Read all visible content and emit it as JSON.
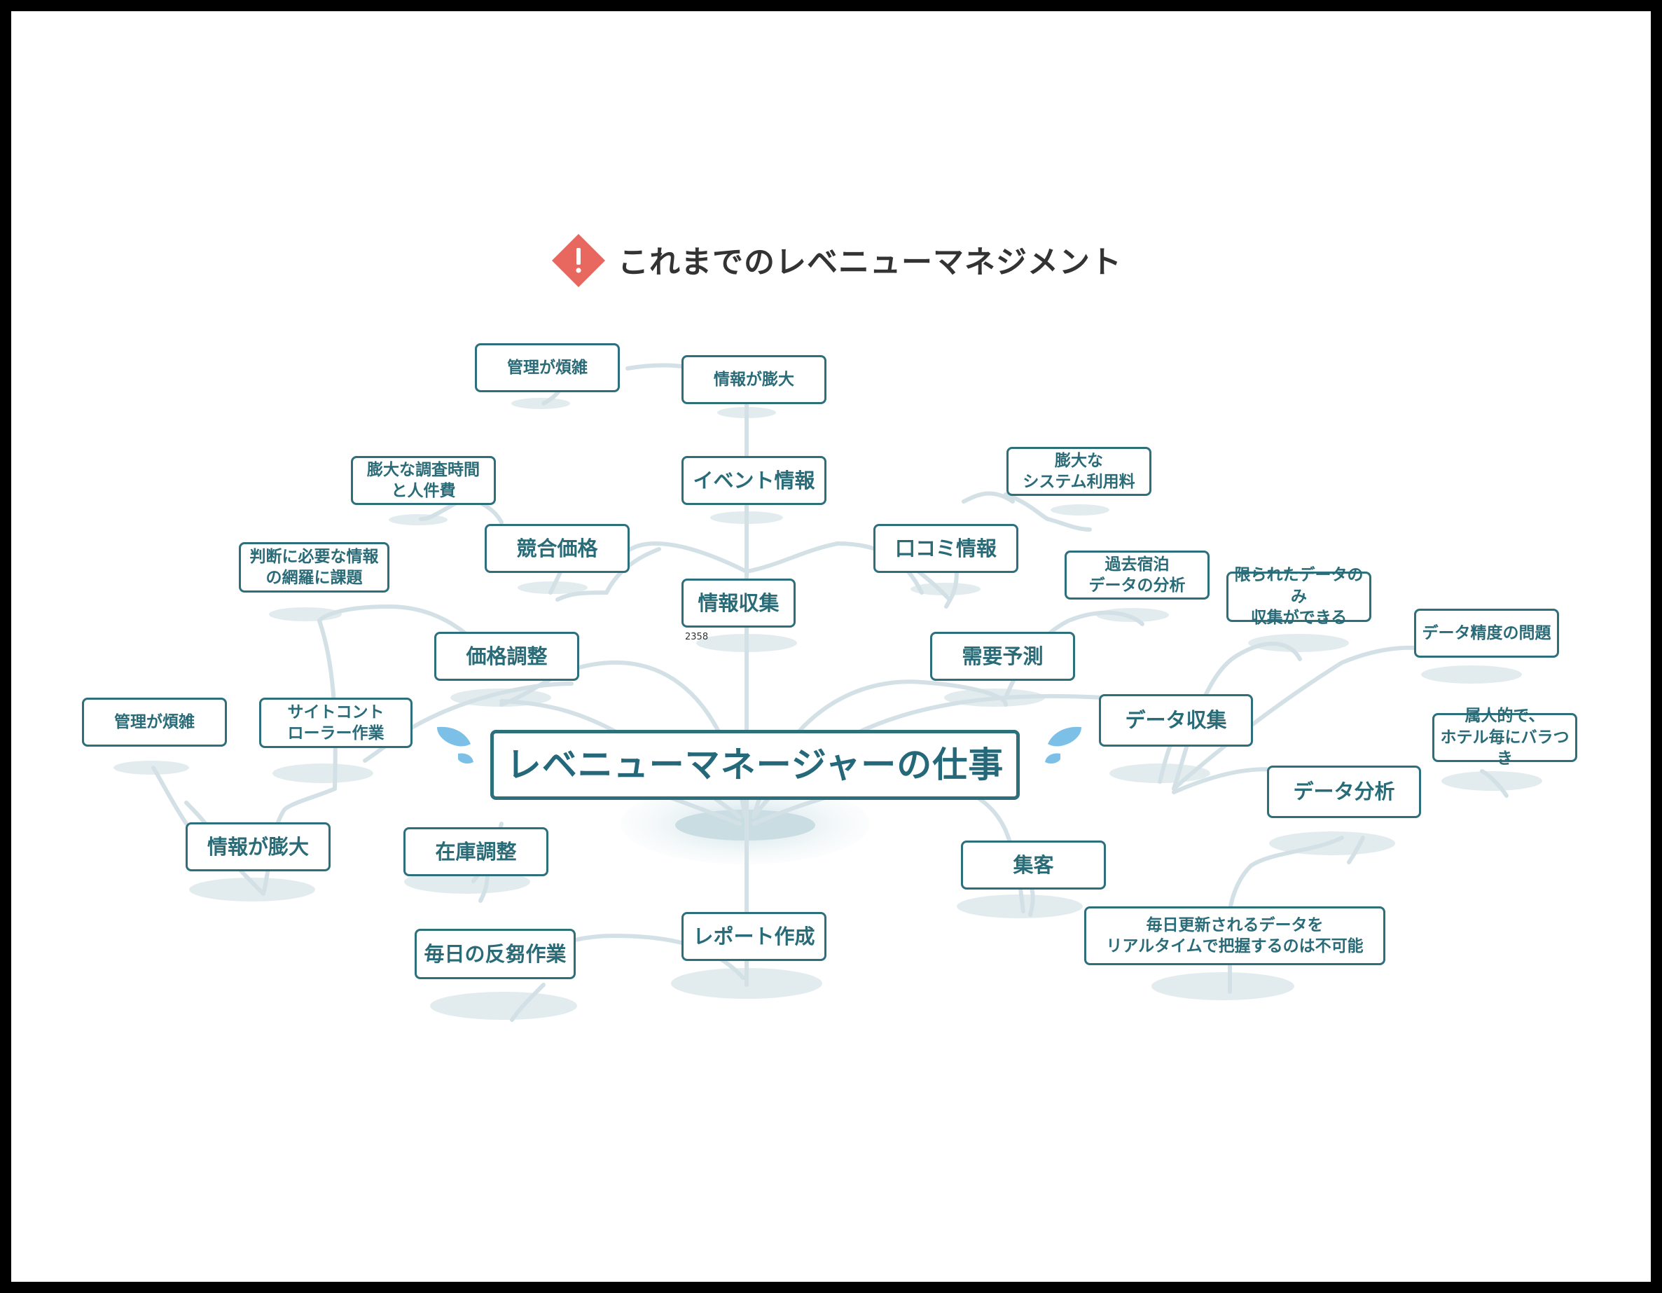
{
  "title": "これまでのレベニューマネジメント",
  "annotation": "2358",
  "colors": {
    "node_border": "#2e6f7c",
    "node_text": "#2a6b78",
    "branch": "#d3e1e6",
    "shadow": "#e2ecef",
    "warning": "#e8675f",
    "drop": "#7cc0e8"
  },
  "icons": {
    "warning": "exclamation-diamond-icon",
    "drops": "sweat-drop-icon"
  },
  "nodes": {
    "center": "レベニューマネージャーの仕事",
    "info_collect": "情報収集",
    "event_info": "イベント情報",
    "info_huge_top": "情報が膨大",
    "mgmt_complex_top": "管理が煩雑",
    "competitor_price": "競合価格",
    "huge_research": "膨大な調査時間\nと人件費",
    "reviews": "口コミ情報",
    "huge_system_fee": "膨大な\nシステム利用料",
    "price_adjust": "価格調整",
    "judgment": "判断に必要な情報\nの網羅に課題",
    "site_controller": "サイトコント\nローラー作業",
    "mgmt_complex_left": "管理が煩雑",
    "info_huge_left": "情報が膨大",
    "inventory": "在庫調整",
    "report": "レポート作成",
    "daily_work": "毎日の反芻作業",
    "demand_forecast": "需要予測",
    "past_stay": "過去宿泊\nデータの分析",
    "data_collect": "データ収集",
    "limited_data": "限られたデータのみ\n収集ができる",
    "data_accuracy": "データ精度の問題",
    "data_analysis": "データ分析",
    "individual": "属人的で、\nホテル毎にバラつき",
    "customers": "集客",
    "realtime": "毎日更新されるデータを\nリアルタイムで把握するのは不可能"
  }
}
